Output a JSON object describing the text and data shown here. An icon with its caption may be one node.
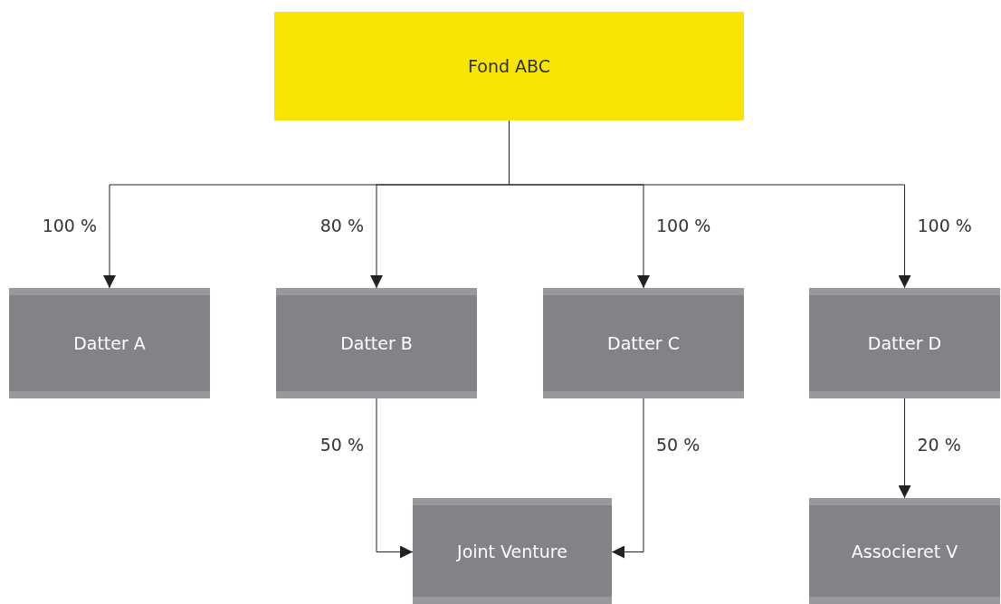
{
  "diagram": {
    "nodes": [
      {
        "text": [
          "Fond ABC"
        ]
      },
      {
        "text": [
          "Datter A"
        ]
      },
      {
        "text": [
          "Datter B"
        ]
      },
      {
        "text": [
          "Datter C"
        ]
      },
      {
        "text": [
          "Datter D"
        ]
      },
      {
        "text": [
          "Joint Venture"
        ]
      },
      {
        "text": [
          "Associeret V"
        ]
      }
    ],
    "edges": [
      {
        "from": 0,
        "to": 1,
        "arrow": "to",
        "label": "100 %"
      },
      {
        "from": 0,
        "to": 2,
        "arrow": "to",
        "label": "80 %"
      },
      {
        "from": 0,
        "to": 3,
        "arrow": "to",
        "label": "100 %"
      },
      {
        "from": 0,
        "to": 4,
        "arrow": "to",
        "label": "100 %"
      },
      {
        "from": 2,
        "to": 5,
        "arrow": "to",
        "label": "50 %"
      },
      {
        "from": 3,
        "to": 5,
        "arrow": "to",
        "label": "50 %"
      },
      {
        "from": 4,
        "to": 6,
        "arrow": "to",
        "label": "20 %"
      }
    ]
  }
}
